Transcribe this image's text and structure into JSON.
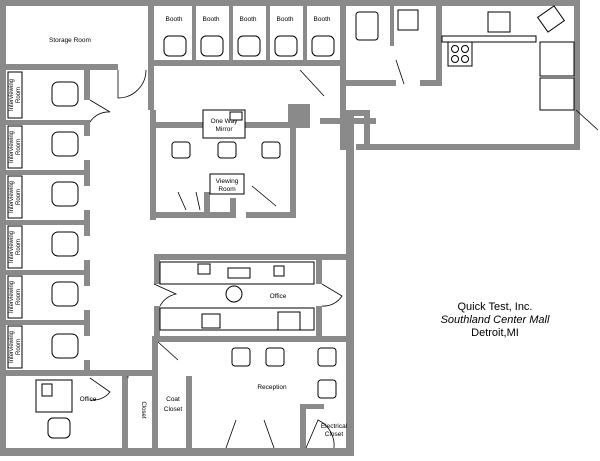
{
  "rooms": {
    "storage": "Storage Room",
    "booth": "Booth",
    "interviewing_1": "Interviewing",
    "interviewing_2": "Room",
    "one_way_1": "One Way",
    "one_way_2": "Mirror",
    "viewing_1": "Viewing",
    "viewing_2": "Room",
    "office": "Office",
    "reception": "Reception",
    "closet": "Closet",
    "coat_closet_1": "Coat",
    "coat_closet_2": "Closet",
    "electrical_1": "Electrical",
    "electrical_2": "Closet"
  },
  "title_block": {
    "company": "Quick Test, Inc.",
    "location": "Southland Center Mall",
    "city": "Detroit,MI"
  }
}
